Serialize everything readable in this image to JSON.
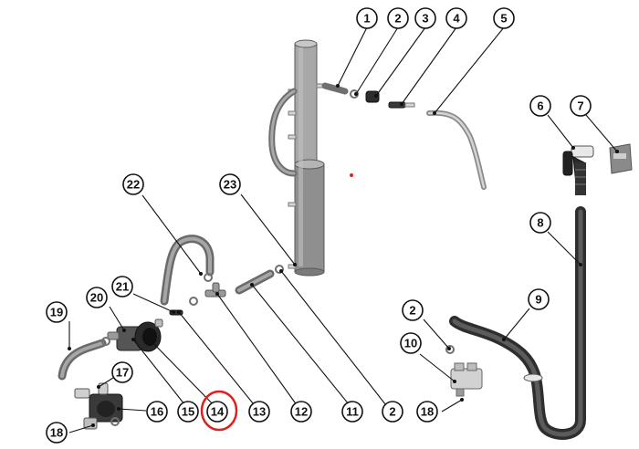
{
  "callouts": [
    {
      "id": "c1",
      "label": "1"
    },
    {
      "id": "c2a",
      "label": "2"
    },
    {
      "id": "c3",
      "label": "3"
    },
    {
      "id": "c4",
      "label": "4"
    },
    {
      "id": "c5",
      "label": "5"
    },
    {
      "id": "c6",
      "label": "6"
    },
    {
      "id": "c7",
      "label": "7"
    },
    {
      "id": "c8",
      "label": "8"
    },
    {
      "id": "c9",
      "label": "9"
    },
    {
      "id": "c2b",
      "label": "2"
    },
    {
      "id": "c10",
      "label": "10"
    },
    {
      "id": "c18a",
      "label": "18"
    },
    {
      "id": "c2c",
      "label": "2"
    },
    {
      "id": "c11",
      "label": "11"
    },
    {
      "id": "c12",
      "label": "12"
    },
    {
      "id": "c13",
      "label": "13"
    },
    {
      "id": "c14",
      "label": "14",
      "highlighted": true
    },
    {
      "id": "c15",
      "label": "15"
    },
    {
      "id": "c16",
      "label": "16"
    },
    {
      "id": "c17",
      "label": "17"
    },
    {
      "id": "c18b",
      "label": "18"
    },
    {
      "id": "c19",
      "label": "19"
    },
    {
      "id": "c20",
      "label": "20"
    },
    {
      "id": "c21",
      "label": "21"
    },
    {
      "id": "c22",
      "label": "22"
    },
    {
      "id": "c23",
      "label": "23"
    }
  ],
  "colors": {
    "ink": "#111111",
    "highlight": "#e0201c",
    "pipe_dark": "#3a3a3a",
    "pipe_mid": "#8a8a8a",
    "pipe_light": "#cfcfcf",
    "body": "#9c9c9c"
  }
}
